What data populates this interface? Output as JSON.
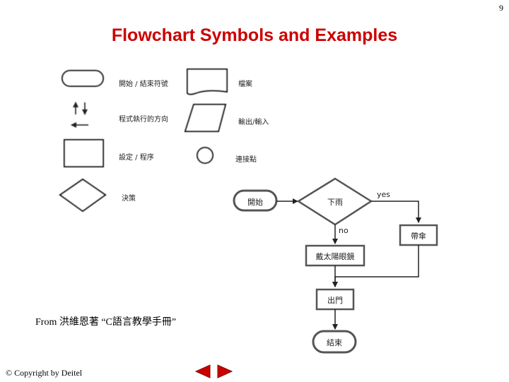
{
  "page_number": "9",
  "title": "Flowchart Symbols and Examples",
  "legend": {
    "terminal": "開始 / 結束符號",
    "flow_direction": "程式執行的方向",
    "process": "設定 / 程序",
    "decision": "決策",
    "document": "檔案",
    "input_output": "輸出/輸入",
    "connector": "連接點"
  },
  "example": {
    "start": "開始",
    "decision": "下雨",
    "yes": "yes",
    "no": "no",
    "umbrella": "帶傘",
    "sunglasses": "戴太陽眼鏡",
    "go_out": "出門",
    "end": "結束"
  },
  "source": "From 洪維恩著 “C語言教學手冊”",
  "copyright": "© Copyright by Deitel",
  "colors": {
    "title": "#cc0000",
    "nav": "#cc0000"
  },
  "icons": [
    "prev-arrow-icon",
    "next-arrow-icon"
  ]
}
